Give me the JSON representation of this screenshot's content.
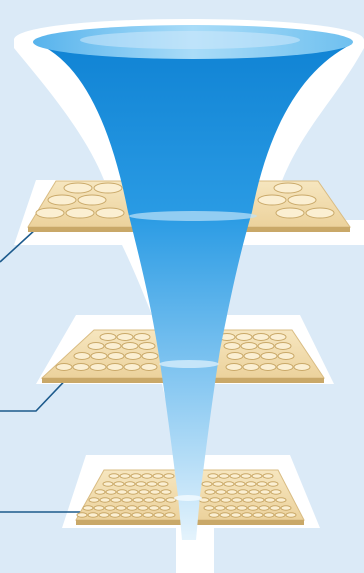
{
  "diagram": {
    "colors": {
      "background": "#dbeaf7",
      "outline": "#ffffff",
      "funnel_dark": "#0d77c8",
      "funnel_mid": "#2f9fe3",
      "funnel_light": "#dff1fb",
      "sieve_fill": "#f1ddb0",
      "sieve_edge": "#c9a868",
      "hole_fill": "#fbefd2",
      "callout_line": "#1c5a8c"
    },
    "layers": [
      {
        "name": "top-sieve",
        "hole_size": "large"
      },
      {
        "name": "middle-sieve",
        "hole_size": "medium"
      },
      {
        "name": "bottom-sieve",
        "hole_size": "small"
      }
    ]
  }
}
